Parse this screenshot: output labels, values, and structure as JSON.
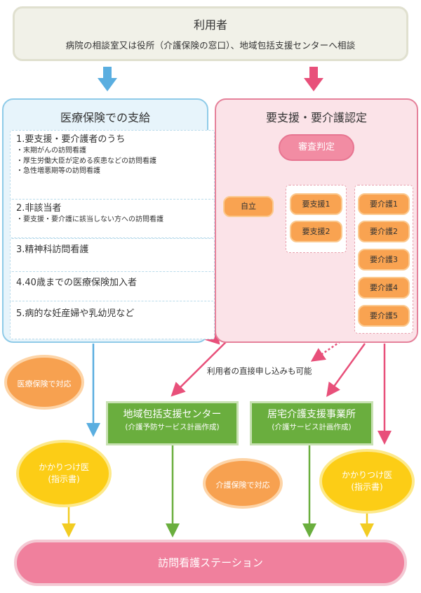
{
  "user": {
    "title": "利用者",
    "subtitle": "病院の相談室又は役所（介護保険の窓口）、地域包括支援センターへ相談"
  },
  "medical": {
    "title": "医療保険での支給",
    "items": [
      {
        "main": "1.要支援・要介護者のうち",
        "subs": [
          "・末期がんの訪問看護",
          "・厚生労働大臣が定める疾患などの訪問看護",
          "・急性増悪期等の訪問看護"
        ]
      },
      {
        "main": "2.非該当者",
        "subs": [
          "・要支援・要介護に該当しない方への訪問看護"
        ]
      },
      {
        "main": "3.精神科訪問看護",
        "subs": []
      },
      {
        "main": "4.40歳までの医療保険加入者",
        "subs": []
      },
      {
        "main": "5.病的な妊産婦や乳幼児など",
        "subs": []
      }
    ]
  },
  "care": {
    "title": "要支援・要介護認定",
    "judge": "審査判定",
    "independent": "自立",
    "support": [
      "要支援1",
      "要支援2"
    ],
    "nursing": [
      "要介護1",
      "要介護2",
      "要介護3",
      "要介護4",
      "要介護5"
    ]
  },
  "labels": {
    "medical_oval": "医療保険で対応",
    "care_oval": "介護保険で対応",
    "direct_note": "利用者の直接申し込みも可能"
  },
  "center_left": {
    "title": "地域包括支援センター",
    "sub": "(介護予防サービス計画作成)"
  },
  "center_right": {
    "title": "居宅介護支援事業所",
    "sub": "(介護サービス計画作成)"
  },
  "doctor_left": {
    "line1": "かかりつけ医",
    "line2": "(指示書)"
  },
  "doctor_right": {
    "line1": "かかりつけ医",
    "line2": "(指示書)"
  },
  "station": "訪問看護ステーション",
  "colors": {
    "blue": "#5aaee0",
    "pink": "#e8507a",
    "green": "#6aae3e",
    "yellow": "#f2cc22",
    "orange": "#f9a351"
  }
}
